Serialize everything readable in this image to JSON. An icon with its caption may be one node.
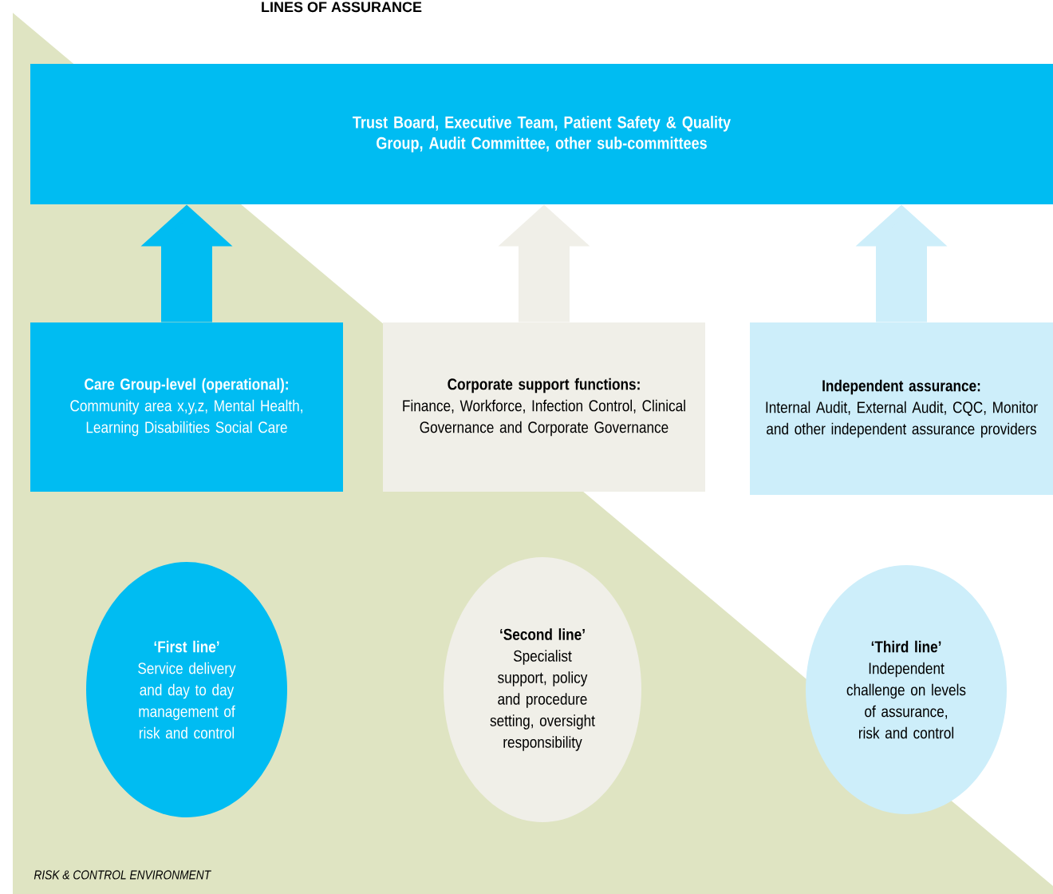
{
  "diagram": {
    "title": "LINES OF ASSURANCE",
    "nodes": [
      {
        "text": [
          "Trust Board, Executive Team, Patient Safety & Quality Group, Audit Committee, other sub-committees"
        ]
      },
      {
        "text": [
          "Care Group-level (operational):",
          "Community area x,y,z, Mental Health, Learning Disabilities Social Care"
        ]
      },
      {
        "text": [
          "Corporate support functions:",
          "Finance, Workforce, Infection Control, Clinical Governance and Corporate Governance"
        ]
      },
      {
        "text": [
          "Independent assurance:",
          "Internal Audit, External Audit, CQC, Monitor and other independent assurance providers"
        ]
      },
      {
        "text": [
          "‘First line’",
          "Service delivery and day to day management of risk and control"
        ]
      },
      {
        "text": [
          "‘Second line’",
          "Specialist support, policy and procedure setting, oversight responsibility"
        ]
      },
      {
        "text": [
          "‘Third line’",
          "Independent challenge on levels of assurance, risk and control"
        ]
      }
    ],
    "edges": [
      {
        "from": 1,
        "to": 0,
        "arrow": "to",
        "color": "#00bcf2"
      },
      {
        "from": 2,
        "to": 0,
        "arrow": "to",
        "color": "#f0efe8"
      },
      {
        "from": 3,
        "to": 0,
        "arrow": "to",
        "color": "#cdeefa"
      }
    ],
    "labels": [
      "RISK & CONTROL ENVIRONMENT"
    ]
  }
}
